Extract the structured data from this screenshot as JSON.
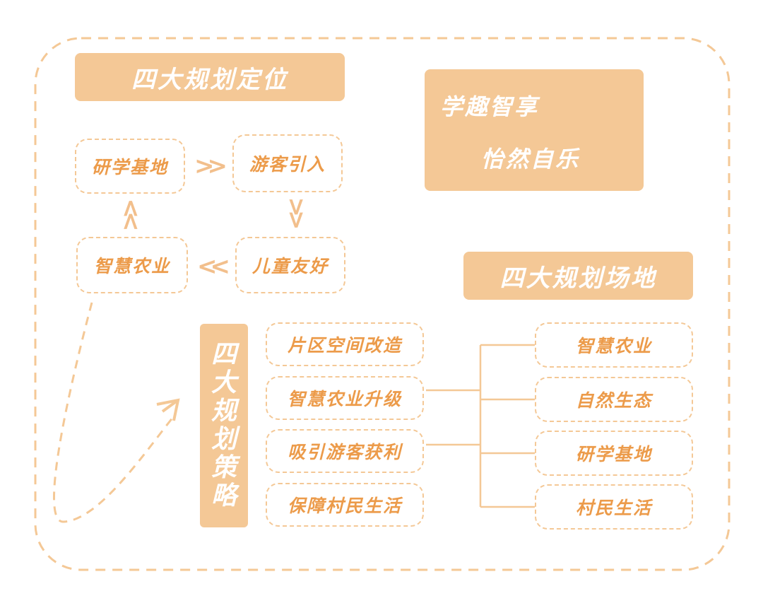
{
  "positioning": {
    "title": "四大规划定位",
    "cycle": [
      "研学基地",
      "游客引入",
      "儿童友好",
      "智慧农业"
    ]
  },
  "slogan": {
    "line1": "学趣智享",
    "line2": "怡然自乐"
  },
  "strategy": {
    "title_chars": [
      "四",
      "大",
      "规",
      "划",
      "策",
      "略"
    ],
    "items": [
      "片区空间改造",
      "智慧农业升级",
      "吸引游客获利",
      "保障村民生活"
    ]
  },
  "sites": {
    "title": "四大规划场地",
    "items": [
      "智慧农业",
      "自然生态",
      "研学基地",
      "村民生活"
    ]
  },
  "colors": {
    "fill": "#f4c896",
    "text_accent": "#ec9b4a",
    "line": "#f4c896"
  }
}
